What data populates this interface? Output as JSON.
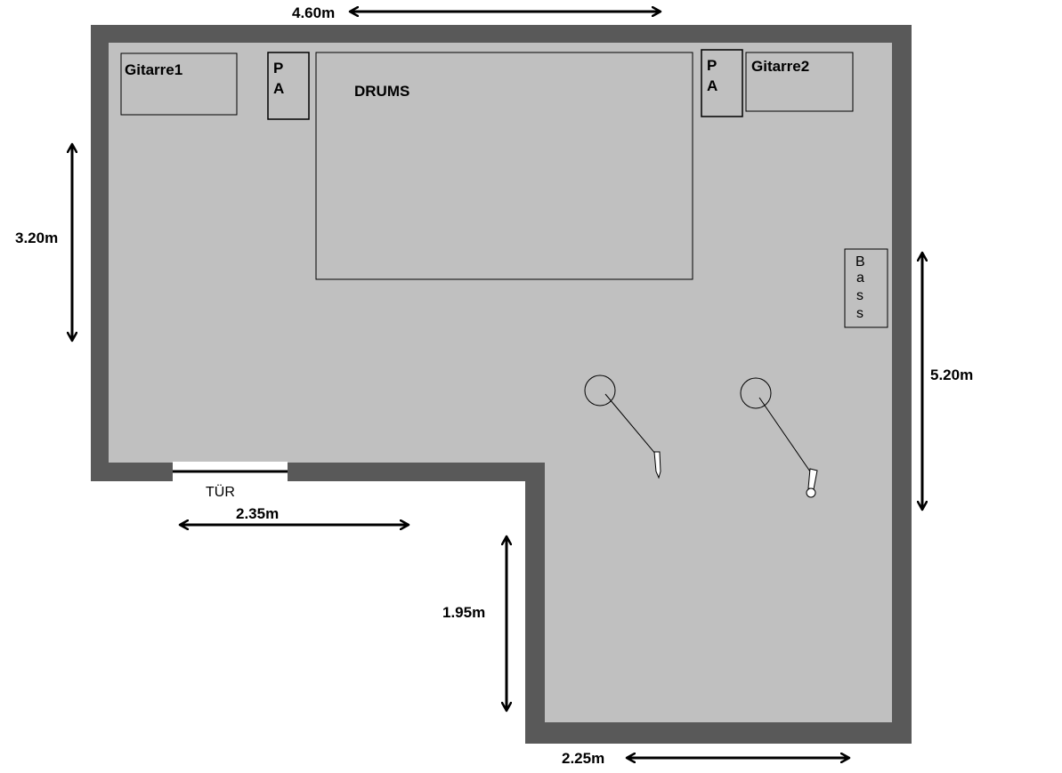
{
  "floorplan": {
    "colors": {
      "background": "#ffffff",
      "wall": "#595959",
      "floor": "#c0c0c0",
      "furniture_fill": "#c0c0c0",
      "line": "#000000"
    },
    "furniture": {
      "gitarre1": "Gitarre1",
      "gitarre2": "Gitarre2",
      "drums": "DRUMS",
      "pa_left": [
        "P",
        "A"
      ],
      "pa_right": [
        "P",
        "A"
      ],
      "bass": [
        "B",
        "a",
        "s",
        "s"
      ]
    },
    "door_label": "TÜR",
    "dimensions": {
      "top_width": "4.60m",
      "left_height": "3.20m",
      "right_height": "5.20m",
      "door_width": "2.35m",
      "lower_height": "1.95m",
      "bottom_width": "2.25m"
    },
    "icons": [
      "microphone-stand-icon",
      "microphone-stand-icon"
    ]
  }
}
